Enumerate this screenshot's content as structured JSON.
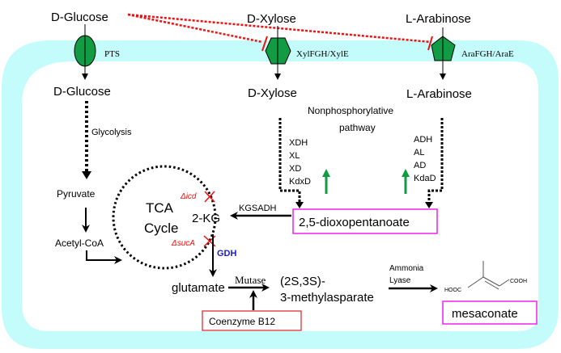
{
  "membrane_color": "#c4fcfc",
  "transporter_color": "#119c44",
  "external": {
    "glucose": "D-Glucose",
    "xylose": "D-Xylose",
    "arabinose": "L-Arabinose"
  },
  "transporters": {
    "pts": "PTS",
    "xyl": "XylFGH/XylE",
    "ara": "AraFGH/AraE"
  },
  "internal": {
    "glucose": "D-Glucose",
    "xylose": "D-Xylose",
    "arabinose": "L-Arabinose"
  },
  "glycolysis_label": "Glycolysis",
  "pathway_label_line1": "Nonphosphorylative",
  "pathway_label_line2": "pathway",
  "xylose_enzymes": [
    "XDH",
    "XL",
    "XD",
    "KdxD"
  ],
  "arabinose_enzymes": [
    "ADH",
    "AL",
    "AD",
    "KdaD"
  ],
  "pyruvate": "Pyruvate",
  "acetyl_coa": "Acetyl-CoA",
  "tca_line1": "TCA",
  "tca_line2": "Cycle",
  "two_kg": "2-KG",
  "deletion_icd": "Δicd",
  "deletion_suca": "ΔsucA",
  "kgsadh": "KGSADH",
  "dioxopentanoate": "2,5-dioxopentanoate",
  "gdh": "GDH",
  "glutamate": "glutamate",
  "mutase": "Mutase",
  "methylasparate_line1": "(2S,3S)-",
  "methylasparate_line2": "3-methylasparate",
  "coenzyme": "Coenzyme B12",
  "ammonia_lyase_line1": "Ammonia",
  "ammonia_lyase_line2": "Lyase",
  "mesaconate_struct_left": "HOOC",
  "mesaconate_struct_right": "COOH",
  "mesaconate": "mesaconate",
  "colors": {
    "inhibition": "#ee1111",
    "upregulation": "#119c44",
    "gdh": "#1a1acc",
    "product_box": "#ee22ee",
    "cofactor_box": "#dd2222"
  }
}
